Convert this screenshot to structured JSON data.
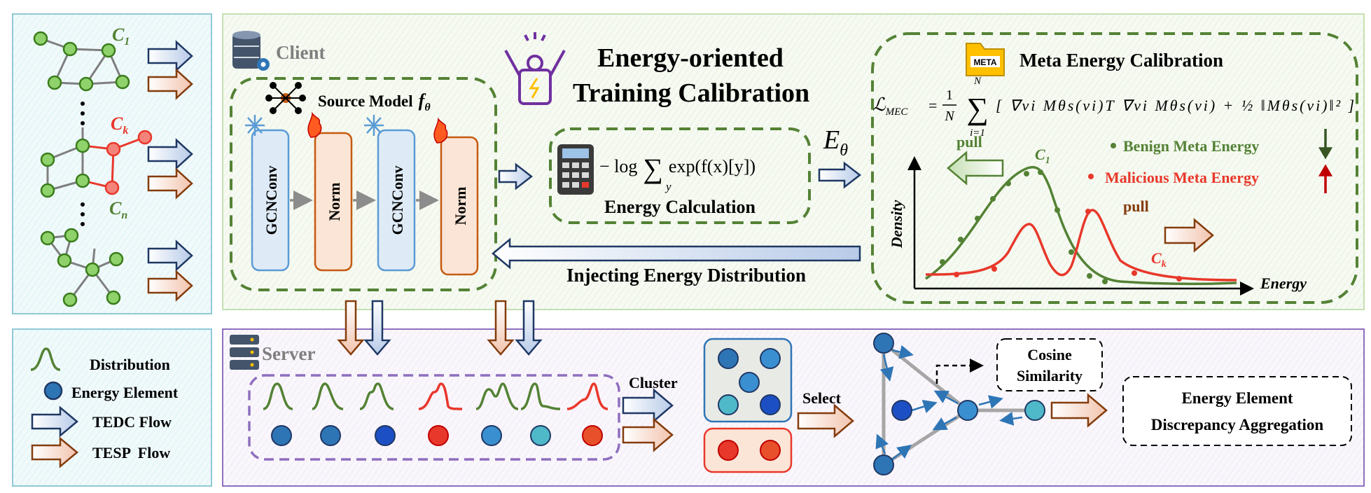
{
  "clients_panel": {
    "c1": {
      "letter": "C",
      "sub": "1"
    },
    "ck": {
      "letter": "C",
      "sub": "k"
    },
    "cn": {
      "letter": "C",
      "sub": "n"
    }
  },
  "client": {
    "title": "Client",
    "source_model": {
      "label": "Source Model",
      "symbol": "f",
      "sub": "θ"
    },
    "layers": [
      "GCNConv",
      "Norm",
      "GCNConv",
      "Norm"
    ],
    "training": {
      "line1": "Energy-oriented",
      "line2": "Training Calibration"
    },
    "energy_calc": {
      "label": "Energy Calculation",
      "minus_log": "− log",
      "sum_sub": "y",
      "exp_expr": "exp(f(x)[y])"
    },
    "e_theta": {
      "symbol": "E",
      "sub": "θ"
    },
    "injecting_label": "Injecting Energy Distribution"
  },
  "meta": {
    "badge": "META",
    "title": "Meta Energy Calibration",
    "formula": {
      "lhs": "ℒ",
      "lhs_sub": "MEC",
      "equals": "=",
      "frac_num": "1",
      "frac_den": "N",
      "sum_top": "N",
      "sum_bottom": "i=1",
      "body": "[ ∇vi Mθs(vi)T ∇vi Mθs(vi) + ½ ‖Mθs(vi)‖² ]"
    },
    "pull_up": "pull",
    "pull_down": "pull",
    "benign_legend": "Benign Meta Energy",
    "malicious_legend": "Malicious Meta Energy",
    "y_axis": "Density",
    "x_axis": "Energy",
    "c1_curve": {
      "letter": "C",
      "sub": "1"
    },
    "ck_curve": {
      "letter": "C",
      "sub": "k"
    }
  },
  "legend": {
    "distribution": "Distribution",
    "energy_element": "Energy Element",
    "tedc": "TEDC Flow",
    "tesp": "TESP  Flow"
  },
  "server": {
    "title": "Server",
    "cluster": "Cluster",
    "select": "Select",
    "cosine": {
      "line1": "Cosine",
      "line2": "Similarity"
    },
    "aggregation": {
      "line1": "Energy Element",
      "line2": "Discrepancy Aggregation"
    }
  },
  "colors": {
    "green": "#548235",
    "red": "#e8382b",
    "dark_blue": "#1f3864",
    "brown": "#843c0c",
    "blue_node": "#2e75b6",
    "teal_node": "#4fb8c9",
    "purple": "#8e6fbf"
  }
}
